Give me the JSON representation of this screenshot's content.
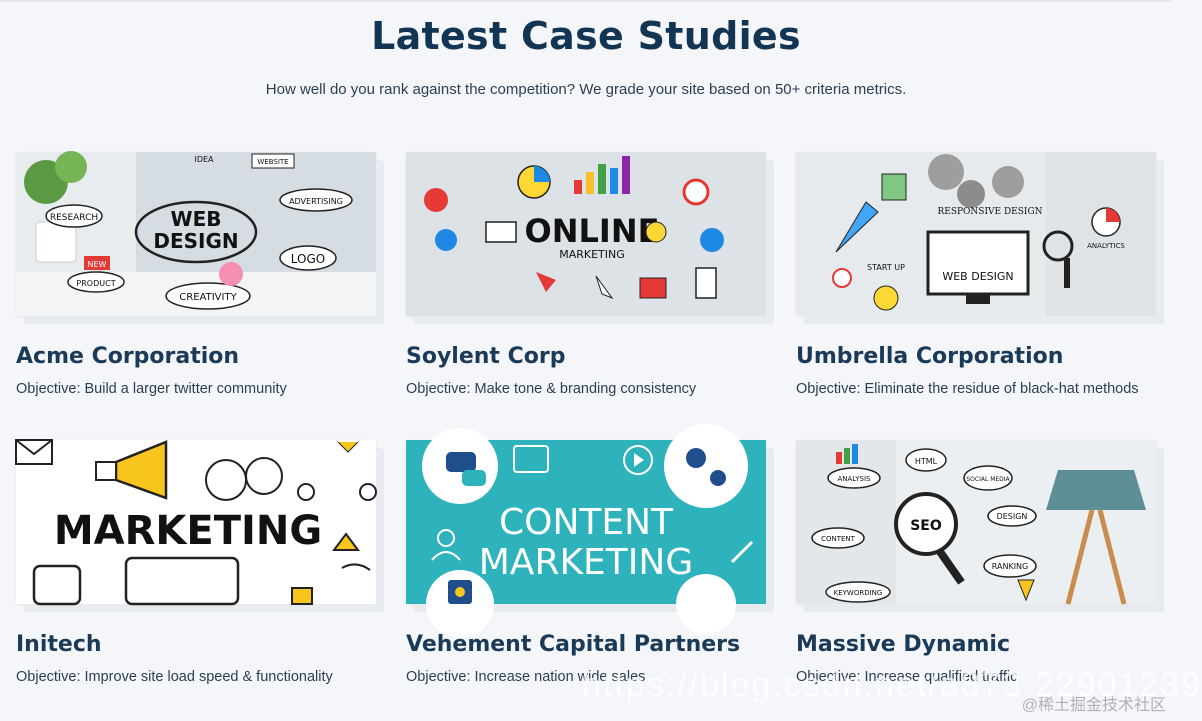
{
  "section": {
    "title": "Latest Case Studies",
    "subtitle": "How well do you rank against the competition? We grade your site based on 50+ criteria metrics."
  },
  "cards": [
    {
      "name": "Acme Corporation",
      "objective": "Objective: Build a larger twitter community",
      "image_text": [
        "WEB",
        "DESIGN",
        "RESEARCH",
        "ADVERTISING",
        "LOGO",
        "CREATIVITY",
        "PRODUCT",
        "NEW",
        "WEBSITE",
        "IDEA"
      ],
      "icon": "web-design-illustration"
    },
    {
      "name": "Soylent Corp",
      "objective": "Objective: Make tone & branding consistency",
      "image_text": [
        "ONLINE",
        "MARKETING"
      ],
      "icon": "online-marketing-illustration"
    },
    {
      "name": "Umbrella Corporation",
      "objective": "Objective: Eliminate the residue of black-hat methods",
      "image_text": [
        "RESPONSIVE DESIGN",
        "WEB DESIGN",
        "START UP",
        "ANALYTICS"
      ],
      "icon": "responsive-design-illustration"
    },
    {
      "name": "Initech",
      "objective": "Objective: Improve site load speed & functionality",
      "image_text": [
        "MARKETING"
      ],
      "icon": "marketing-megaphone-illustration"
    },
    {
      "name": "Vehement Capital Partners",
      "objective": "Objective: Increase nation wide sales",
      "image_text": [
        "CONTENT",
        "MARKETING"
      ],
      "icon": "content-marketing-illustration"
    },
    {
      "name": "Massive Dynamic",
      "objective": "Objective: Increase qualified traffic",
      "image_text": [
        "SEO",
        "HTML",
        "ANALYSIS",
        "SOCIAL MEDIA",
        "DESIGN",
        "CONTENT",
        "RANKING",
        "KEYWORDING"
      ],
      "icon": "seo-illustration"
    }
  ],
  "watermark": {
    "url": "https://blog.csdn.net/a873 22901239",
    "site": "@稀土掘金技术社区"
  },
  "colors": {
    "heading": "#123553",
    "text": "#2b3f52",
    "background": "#f4f6f9",
    "teal": "#2eb3bd",
    "accent_yellow": "#f7c51e"
  }
}
